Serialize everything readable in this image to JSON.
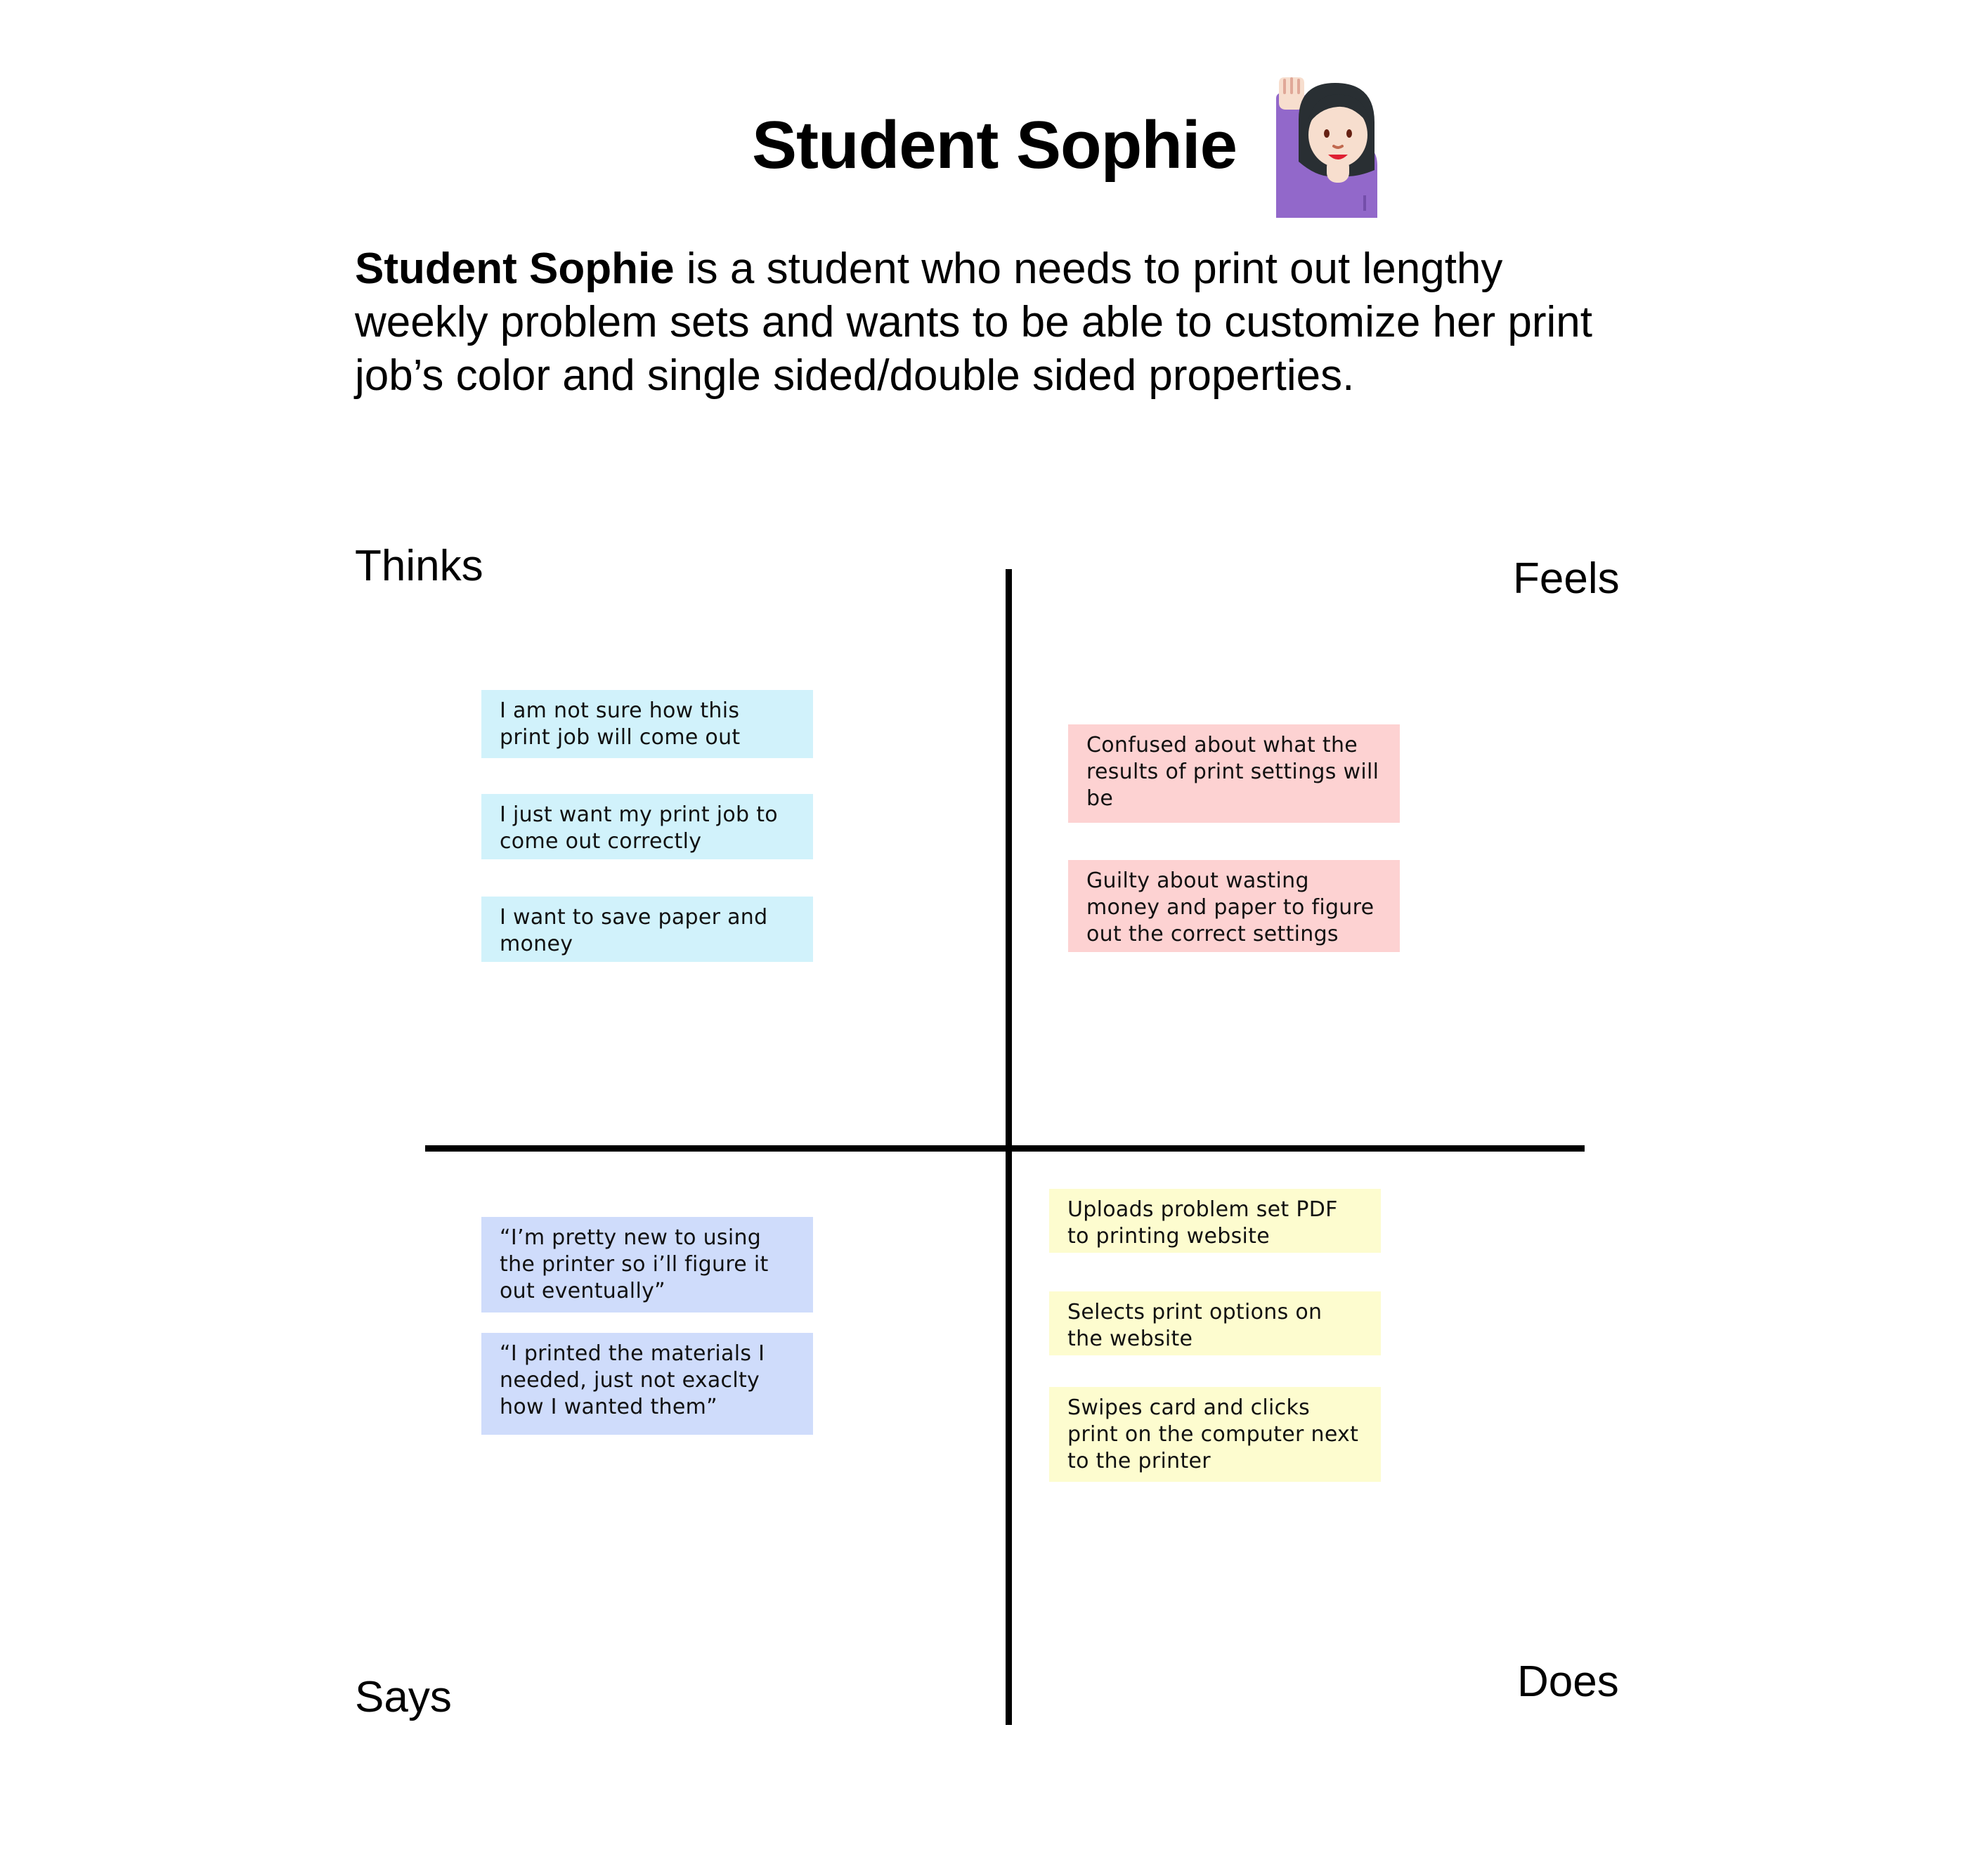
{
  "persona": {
    "title": "Student Sophie",
    "avatar_icon": "woman-raising-hand-icon",
    "intro_name": "Student Sophie",
    "intro_text": " is a student who needs to print out lengthy weekly problem sets and wants to be able to customize her print job’s color and single sided/double sided properties."
  },
  "quadrants": {
    "thinks": {
      "label": "Thinks",
      "color": "#d1f2fb",
      "notes": [
        "I am not sure how this print job will come out",
        "I just want my print job to come out correctly",
        "I want to save paper and money"
      ]
    },
    "feels": {
      "label": "Feels",
      "color": "#fdd2d2",
      "notes": [
        "Confused about what the results of print settings will be",
        "Guilty about wasting money and paper to figure out the correct settings"
      ]
    },
    "says": {
      "label": "Says",
      "color": "#cfdcfb",
      "notes": [
        "“I’m pretty new to using the printer so i’ll figure it out eventually”",
        "“I printed the materials I needed, just not exaclty how I wanted them”"
      ]
    },
    "does": {
      "label": "Does",
      "color": "#fdfccf",
      "notes": [
        "Uploads problem set PDF to printing website",
        "Selects print options on the website",
        "Swipes card and clicks print on the computer next to the printer"
      ]
    }
  }
}
